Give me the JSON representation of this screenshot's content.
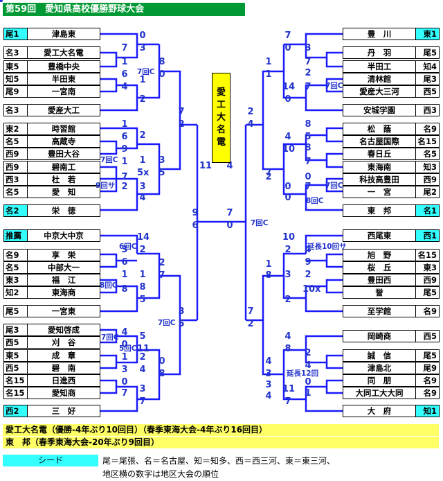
{
  "title": "第59回　愛知県高校優勝野球大会",
  "champion_chars": [
    "愛",
    "工",
    "大",
    "名",
    "電"
  ],
  "left_teams": [
    {
      "seed": "尾1",
      "name": "津島東",
      "cyan": true
    },
    {
      "seed": "名3",
      "name": "愛工大名電"
    },
    {
      "seed": "東5",
      "name": "豊橋中央"
    },
    {
      "seed": "知5",
      "name": "半田東"
    },
    {
      "seed": "尾9",
      "name": "一宮南"
    },
    {
      "seed": "名3",
      "name": "愛産大工"
    },
    {
      "seed": "東2",
      "name": "時習館"
    },
    {
      "seed": "名5",
      "name": "高蔵寺"
    },
    {
      "seed": "西9",
      "name": "豊田大谷"
    },
    {
      "seed": "西9",
      "name": "碧南工"
    },
    {
      "seed": "西3",
      "name": "杜　若"
    },
    {
      "seed": "名5",
      "name": "愛　知"
    },
    {
      "seed": "名2",
      "name": "栄　徳",
      "cyan": true
    },
    {
      "seed": "推薦",
      "name": "中京大中京",
      "cyan": true
    },
    {
      "seed": "名9",
      "name": "享　栄"
    },
    {
      "seed": "名5",
      "name": "中部大一"
    },
    {
      "seed": "東3",
      "name": "福　江"
    },
    {
      "seed": "知2",
      "name": "東海商"
    },
    {
      "seed": "尾5",
      "name": "一宮東"
    },
    {
      "seed": "尾3",
      "name": "愛知啓成"
    },
    {
      "seed": "西5",
      "name": "刈　谷"
    },
    {
      "seed": "東5",
      "name": "成　章"
    },
    {
      "seed": "西5",
      "name": "碧　南"
    },
    {
      "seed": "名15",
      "name": "日進西"
    },
    {
      "seed": "名15",
      "name": "愛知商"
    },
    {
      "seed": "西2",
      "name": "三　好",
      "cyan": true
    }
  ],
  "right_teams": [
    {
      "seed": "東1",
      "name": "豊　川",
      "cyan": true
    },
    {
      "seed": "尾5",
      "name": "丹　羽"
    },
    {
      "seed": "知4",
      "name": "半田工"
    },
    {
      "seed": "尾3",
      "name": "清林館"
    },
    {
      "seed": "西5",
      "name": "愛産大三河"
    },
    {
      "seed": "西3",
      "name": "安城学園"
    },
    {
      "seed": "名9",
      "name": "松　蔭"
    },
    {
      "seed": "名15",
      "name": "名古屋国際"
    },
    {
      "seed": "名5",
      "name": "春日丘"
    },
    {
      "seed": "知3",
      "name": "東海南"
    },
    {
      "seed": "西9",
      "name": "科技高豊田"
    },
    {
      "seed": "尾2",
      "name": "一　宮"
    },
    {
      "seed": "名1",
      "name": "東　邦",
      "cyan": true
    },
    {
      "seed": "西1",
      "name": "西尾東",
      "cyan": true
    },
    {
      "seed": "名15",
      "name": "旭　野"
    },
    {
      "seed": "東3",
      "name": "桜　丘"
    },
    {
      "seed": "西9",
      "name": "豊田西"
    },
    {
      "seed": "尾5",
      "name": "誉"
    },
    {
      "seed": "名9",
      "name": "至学館"
    },
    {
      "seed": "西5",
      "name": "岡崎商"
    },
    {
      "seed": "尾5",
      "name": "誠　信"
    },
    {
      "seed": "尾9",
      "name": "津島北"
    },
    {
      "seed": "名9",
      "name": "同　朋"
    },
    {
      "seed": "名9",
      "name": "大同工大大同"
    },
    {
      "seed": "知1",
      "name": "大　府",
      "cyan": true
    }
  ],
  "scores": [
    "0",
    "3",
    "7",
    "1",
    "6",
    "4",
    "1",
    "2",
    "8",
    "0",
    "1",
    "6",
    "2",
    "9",
    "1",
    "7",
    "2",
    "1",
    "5x",
    "3",
    "4",
    "3",
    "5",
    "7",
    "2",
    "9",
    "6",
    "11",
    "4",
    "7",
    "0",
    "14",
    "2",
    "3",
    "6",
    "1",
    "8",
    "1",
    "8",
    "5",
    "2",
    "7",
    "4",
    "0",
    "5",
    "11",
    "1",
    "3",
    "2",
    "4",
    "0",
    "7",
    "3",
    "7",
    "0",
    "8",
    "3",
    "5",
    "2",
    "4",
    "7",
    "0",
    "3",
    "7",
    "14",
    "0",
    "2",
    "7",
    "1",
    "1",
    "8",
    "5",
    "4",
    "10",
    "8",
    "7",
    "0",
    "7",
    "0",
    "0",
    "7",
    "2",
    "10",
    "2",
    "4",
    "9",
    "2",
    "10x",
    "3",
    "2",
    "1",
    "8",
    "7",
    "2",
    "4",
    "8",
    "2",
    "4",
    "11",
    "7",
    "0",
    "1",
    "4",
    "3",
    "3",
    "4",
    "2",
    "4"
  ],
  "notes": [
    "7回C",
    "7回C",
    "9回サ",
    "6回C",
    "8回C",
    "7回C",
    "5回C",
    "7回C",
    "7回C",
    "7回C",
    "8回C",
    "延長10回サ",
    "延長12回",
    "7回C"
  ],
  "results": [
    "愛工大名電（優勝-4年ぶり10回目）（春季東海大会-4年ぶり16回目）",
    "東　邦（春季東海大会-20年ぶり9回目）"
  ],
  "seed_label": "シード",
  "legend": [
    "尾＝尾張、名＝名古屋、知＝知多、西＝西三河、東＝東三河、",
    "地区横の数字は地区大会の順位"
  ]
}
